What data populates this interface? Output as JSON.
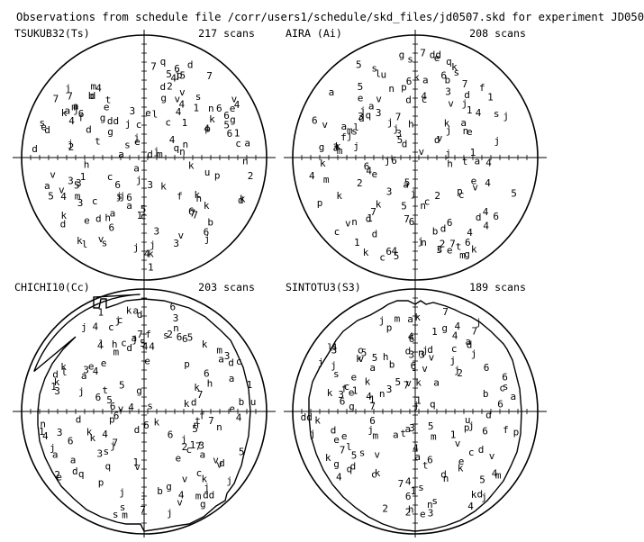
{
  "title": "Observations from schedule file /corr/users1/schedule/skd_files/jd0507.skd for experiment JD050",
  "panels": [
    {
      "station": "TSUKUB32(Ts)",
      "scans": "217 scans",
      "mask": "none",
      "labels": "c 3 dd b 4 d 2 4 c 6 g 6 2 4 3 d 6 d 2 4 3 c 6 6 g a 6 4 3 d 3 4 c d t g 6 c 4 3 4 3 4 6 d d g t a 6 a b c 6 d d a v e k s k v l a e k l 5 d v s q s j k e a v k s k a k e k v v 5 s e q a v e k j j k j j j 4 j j 1 n j 1 1 j 1 j j j p 7 n 7 u 7 7 n p 7 p 7 n h n 1 h 1 m f m 5 5 m 5 5 f m"
    },
    {
      "station": "AIRA (Ai)",
      "scans": "208 scans",
      "mask": "none",
      "labels": "c 3 dd 2 b 4 d 2 4 c 6 6 g 4 3 d 6 d 2 4 3 c 6 6 g a 6 4 3 d 3 4 c d t 6 c 4 6 3 4 3 4 d d g t a v e k 6 a b c 6 d a l s k v l a e k 5 d v s q s j k e a v k k s e k a v v 5 s e q a v e k j j k j j j 4 j j 1 n j 1 1 j 1 j j j p 7 n 7 u 7 7 n p 7 p 7 n h n h 1 m f m 5 5 5 m 5 5 f m"
    },
    {
      "station": "CHICHI10(Cc)",
      "scans": "203 scans",
      "mask": "chichi",
      "labels": "c 3 dd 2 b 4 d 2 4 c 6 6 g 4 3 d 6 d 2 4 3 c 6 6 g a 6 4 3 d 3 4 c d t 6 c 4 6 3 4 3 4 d d g t a v e k 6 a b c 6 d a l s k v l a e k 5 d v s q s j k e a v k s k a k e k v 5 s e q a v e k j j j j k 4 j j 1 n j 1 1 j 1 j j j p 7 n 7 u 7 7 n p 7 p 7 h n 1 h 1 m f m 5 5 m 5 5 f m"
    },
    {
      "station": "SINTOTU3(S3)",
      "scans": "189 scans",
      "mask": "sintotu",
      "labels": "c 3 dd 2 b 4 d 2 4 c 6 6 g 4 3 d 6 d 2 4 3 c 6 6 g a 6 4 3 d 3 4 c d t 6 c 4 6 3 4 3 4 d d g t a v e k 6 a b c 6 d a l s k v l a e k 5 d v s q s j k e a v k s k a k v e k v 5 s e q a v e k j j j k j j j 4 j j 1 n j 1 1 j 1 j j j p 7 n 7 u 7 7 n p 7 p 7 h n 1 h 1 m f m 5 5 m 5 5 f m"
    }
  ]
}
